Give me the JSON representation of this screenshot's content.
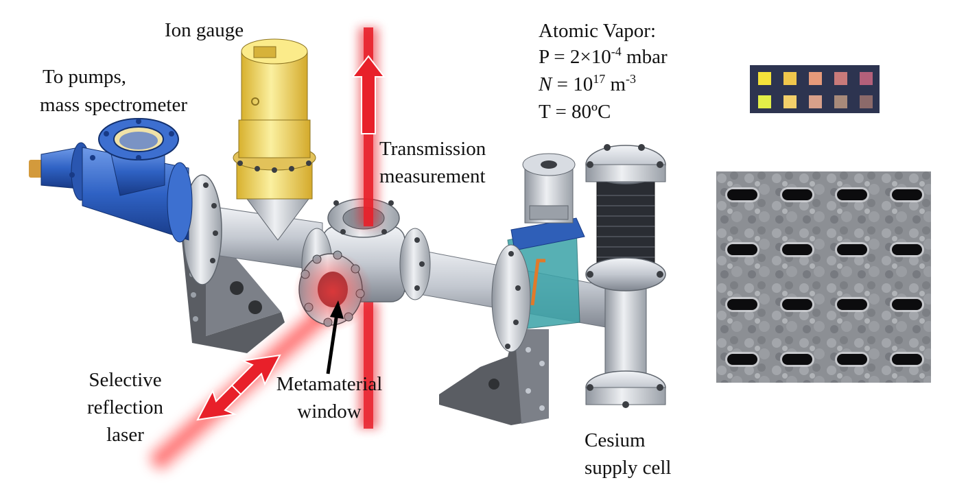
{
  "labels": {
    "ion_gauge": "Ion gauge",
    "pumps_line1": "To pumps,",
    "pumps_line2": "mass spectrometer",
    "vapor_title": "Atomic Vapor:",
    "vapor_pressure_prefix": "P = 2×10",
    "vapor_pressure_exp": "-4",
    "vapor_pressure_unit": " mbar",
    "vapor_density_symbol": "N",
    "vapor_density_prefix": " = 10",
    "vapor_density_exp": "17",
    "vapor_density_unit": " m",
    "vapor_density_unit_exp": "-3",
    "vapor_temperature": "T = 80ºC",
    "transmission_line1": "Transmission",
    "transmission_line2": "measurement",
    "selective_line1": "Selective",
    "selective_line2": "reflection",
    "selective_line3": "laser",
    "metamaterial_line1": "Metamaterial",
    "metamaterial_line2": "window",
    "cesium_line1": "Cesium",
    "cesium_line2": "supply cell"
  },
  "colors": {
    "laser": "#e8202a",
    "pump_assembly": "#2f62c4",
    "ion_gauge": "#f0d24a",
    "steel": "#c3c8d0",
    "bracket": "#55585e",
    "valve": "#3aa3a8",
    "bellows": "#2a2d33",
    "swatch_bg": "#2d3450",
    "sem_bg": "#8c8f94"
  },
  "swatch_colors": {
    "row1": [
      "#f4e23a",
      "#f0c64c",
      "#e69a7a",
      "#c97a7a",
      "#b4607a"
    ],
    "row2": [
      "#e2ee48",
      "#f2cf6a",
      "#d8a08a",
      "#a88a7a",
      "#8c6a6a"
    ]
  },
  "sem_grid": {
    "rows": 4,
    "cols": 4
  }
}
